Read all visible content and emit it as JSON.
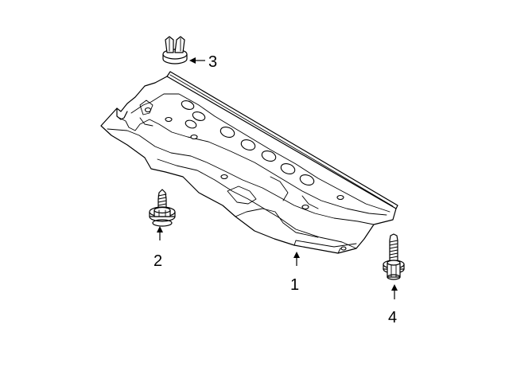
{
  "callouts": {
    "part_1": "1",
    "part_2": "2",
    "part_3": "3",
    "part_4": "4"
  },
  "colors": {
    "line": "#000000",
    "background": "#ffffff"
  }
}
